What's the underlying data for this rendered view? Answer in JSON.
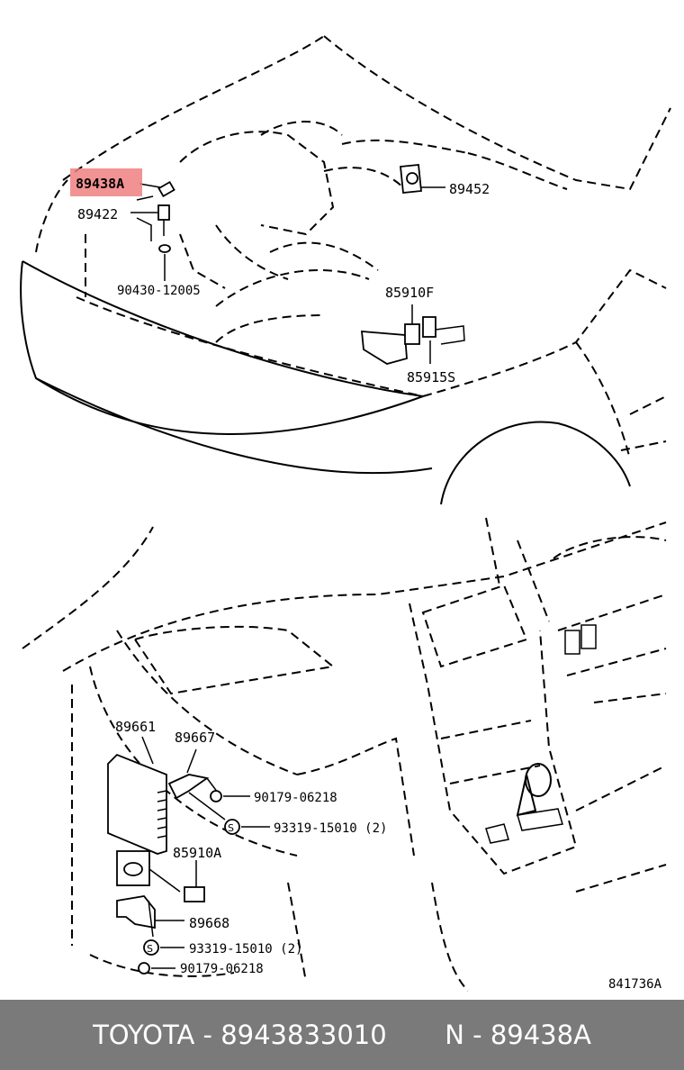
{
  "diagram": {
    "labels": {
      "p89438A": "89438A",
      "p89422": "89422",
      "p90430": "90430-12005",
      "p89452": "89452",
      "p85910F": "85910F",
      "p85915S": "85915S",
      "p89661": "89661",
      "p89667": "89667",
      "p90179a": "90179-06218",
      "p93319a": "93319-15010 (2)",
      "p85910A": "85910A",
      "p89668": "89668",
      "p93319b": "93319-15010 (2)",
      "p90179b": "90179-06218",
      "code": "841736A"
    },
    "highlight_color": "#f08080"
  },
  "footer": {
    "text": "TOYOTA - 8943833010       N - 89438A"
  }
}
